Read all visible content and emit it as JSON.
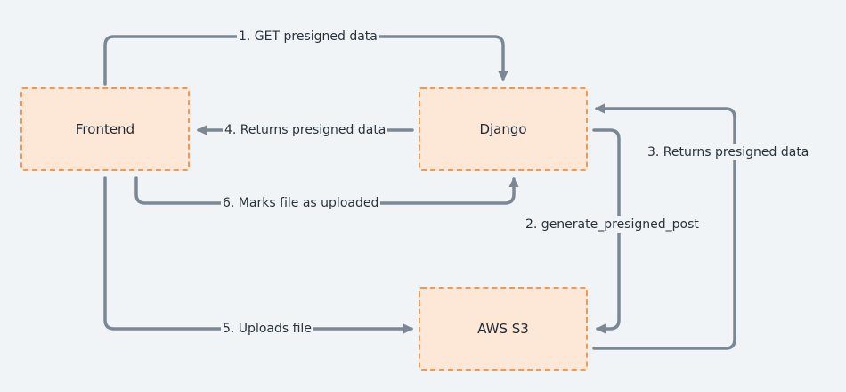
{
  "nodes": {
    "frontend": "Frontend",
    "django": "Django",
    "aws_s3": "AWS S3"
  },
  "edges": {
    "get_presigned": "1. GET presigned data",
    "generate_post": "2. generate_presigned_post",
    "s3_returns": "3. Returns presigned data",
    "django_returns": "4. Returns presigned data",
    "uploads_file": "5. Uploads file",
    "marks_uploaded": "6. Marks file as  uploaded"
  },
  "colors": {
    "background": "#f1f4f7",
    "connector": "#7a8896",
    "node_fill": "#fde8d8",
    "node_border": "#ec9a5a"
  }
}
